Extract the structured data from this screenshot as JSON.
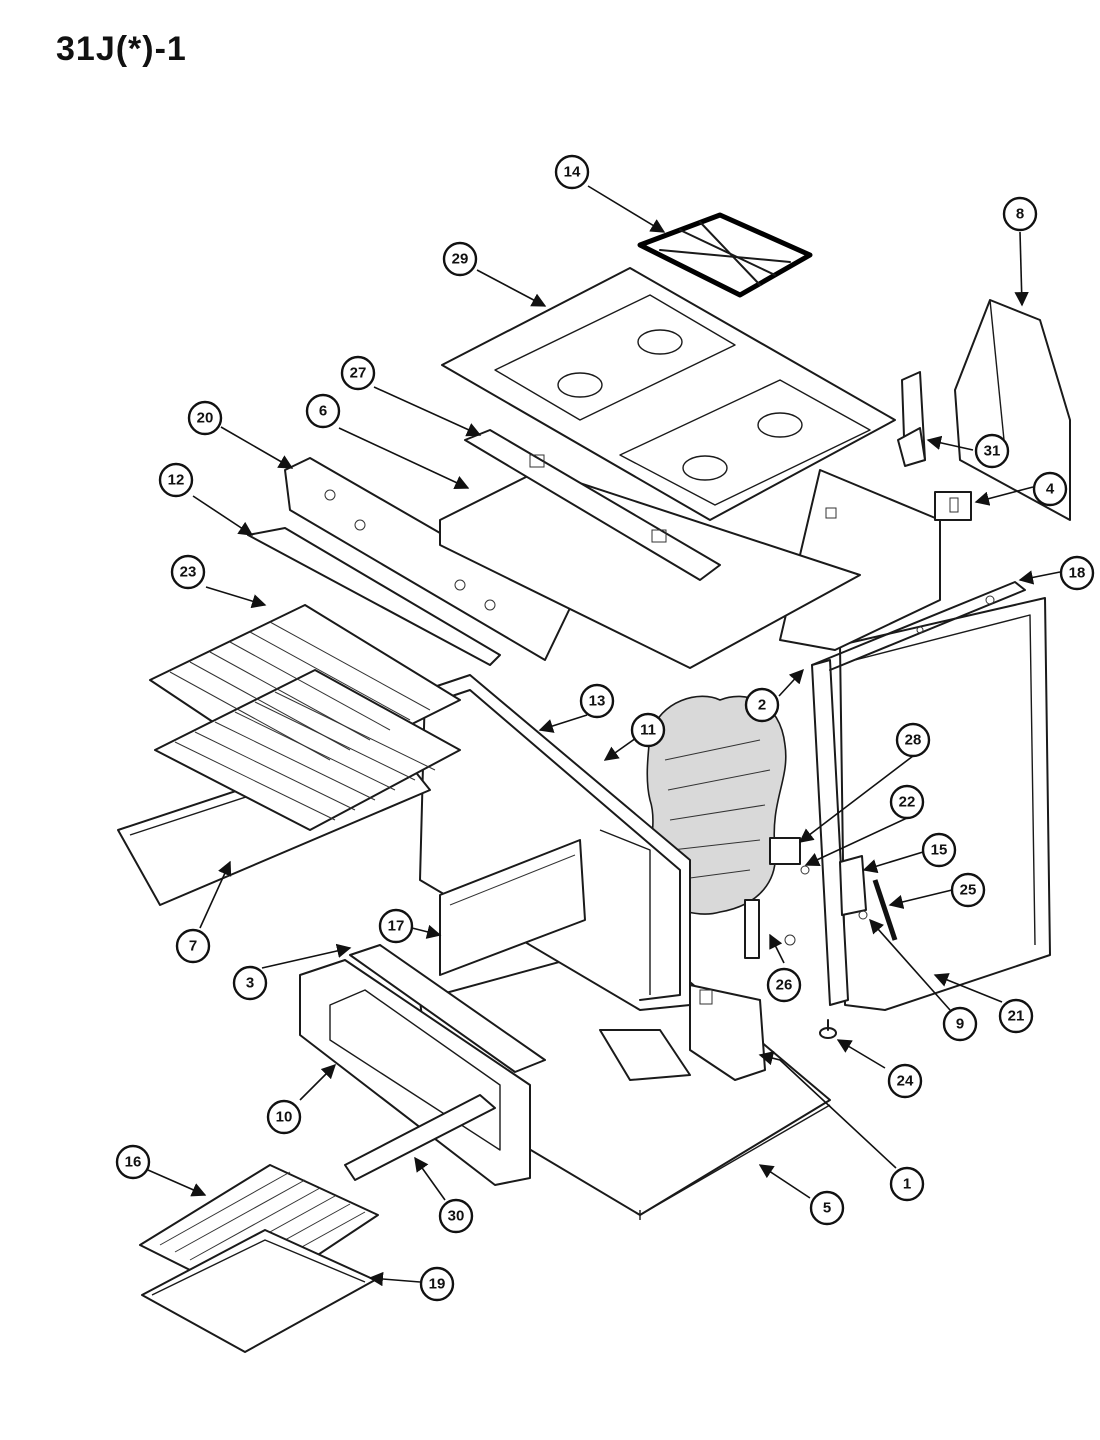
{
  "title": "31J(*)-1",
  "callouts": [
    {
      "label": "14"
    },
    {
      "label": "8"
    },
    {
      "label": "29"
    },
    {
      "label": "27"
    },
    {
      "label": "20"
    },
    {
      "label": "6"
    },
    {
      "label": "31"
    },
    {
      "label": "4"
    },
    {
      "label": "12"
    },
    {
      "label": "23"
    },
    {
      "label": "18"
    },
    {
      "label": "2"
    },
    {
      "label": "13"
    },
    {
      "label": "11"
    },
    {
      "label": "28"
    },
    {
      "label": "22"
    },
    {
      "label": "15"
    },
    {
      "label": "25"
    },
    {
      "label": "17"
    },
    {
      "label": "7"
    },
    {
      "label": "3"
    },
    {
      "label": "26"
    },
    {
      "label": "21"
    },
    {
      "label": "9"
    },
    {
      "label": "24"
    },
    {
      "label": "10"
    },
    {
      "label": "1"
    },
    {
      "label": "16"
    },
    {
      "label": "30"
    },
    {
      "label": "5"
    },
    {
      "label": "19"
    }
  ]
}
